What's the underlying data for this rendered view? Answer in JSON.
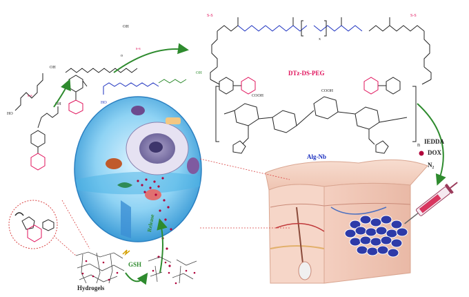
{
  "labels": {
    "polymer_name": "DTz-DS-PEG",
    "alginate_name": "Alg-Nb",
    "reaction": "IEDDA",
    "drug": "DOX",
    "gas": "N₂",
    "hydrogels": "Hydrogels",
    "gsh": "GSH",
    "release": "Release",
    "repeat_n": "n"
  },
  "colors": {
    "tetrazine": "#e0105a",
    "peg_chain": "#1a2fbf",
    "arrow_green": "#2e8b2e",
    "dox_dot": "#b0003a",
    "cell_blue": "#6ec6f0",
    "skin": "#f2c9b8",
    "tumor_cell": "#2d3aa8",
    "dotted_red": "#d94040"
  }
}
